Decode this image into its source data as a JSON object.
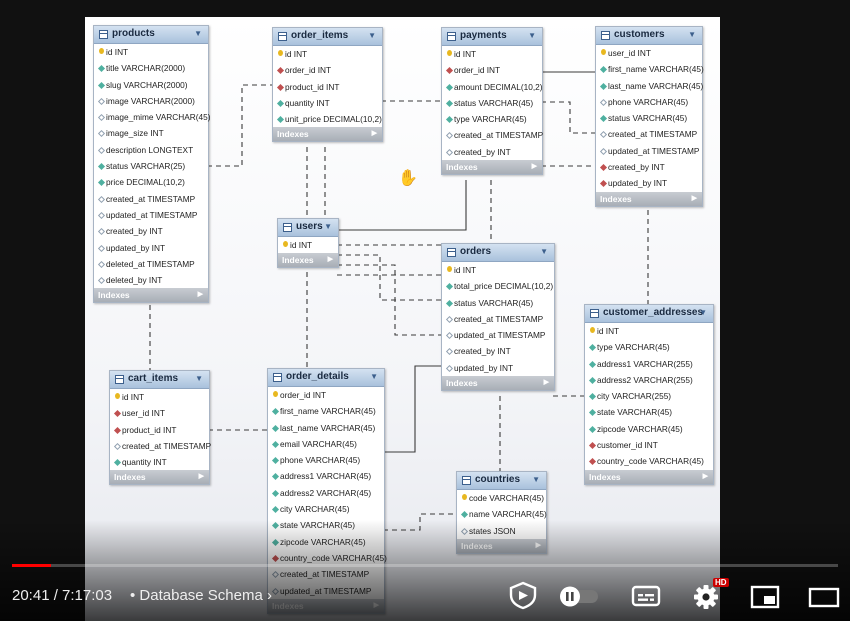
{
  "tables": [
    {
      "key": "products",
      "name": "products",
      "cols": [
        {
          "t": "id INT",
          "k": "pk"
        },
        {
          "t": "title VARCHAR(2000)",
          "k": "nn"
        },
        {
          "t": "slug VARCHAR(2000)",
          "k": "nn"
        },
        {
          "t": "image VARCHAR(2000)",
          "k": "nl"
        },
        {
          "t": "image_mime VARCHAR(45)",
          "k": "nl"
        },
        {
          "t": "image_size INT",
          "k": "nl"
        },
        {
          "t": "description LONGTEXT",
          "k": "nl"
        },
        {
          "t": "status VARCHAR(25)",
          "k": "nn"
        },
        {
          "t": "price DECIMAL(10,2)",
          "k": "nn"
        },
        {
          "t": "created_at TIMESTAMP",
          "k": "nl"
        },
        {
          "t": "updated_at TIMESTAMP",
          "k": "nl"
        },
        {
          "t": "created_by INT",
          "k": "nl"
        },
        {
          "t": "updated_by INT",
          "k": "nl"
        },
        {
          "t": "deleted_at TIMESTAMP",
          "k": "nl"
        },
        {
          "t": "deleted_by INT",
          "k": "nl"
        }
      ],
      "indexes": "Indexes"
    },
    {
      "key": "order_items",
      "name": "order_items",
      "cols": [
        {
          "t": "id INT",
          "k": "pk"
        },
        {
          "t": "order_id INT",
          "k": "fk"
        },
        {
          "t": "product_id INT",
          "k": "fk"
        },
        {
          "t": "quantity INT",
          "k": "nn"
        },
        {
          "t": "unit_price DECIMAL(10,2)",
          "k": "nn"
        }
      ],
      "indexes": "Indexes"
    },
    {
      "key": "payments",
      "name": "payments",
      "cols": [
        {
          "t": "id INT",
          "k": "pk"
        },
        {
          "t": "order_id INT",
          "k": "fk"
        },
        {
          "t": "amount DECIMAL(10,2)",
          "k": "nn"
        },
        {
          "t": "status VARCHAR(45)",
          "k": "nn"
        },
        {
          "t": "type VARCHAR(45)",
          "k": "nn"
        },
        {
          "t": "created_at TIMESTAMP",
          "k": "nl"
        },
        {
          "t": "created_by INT",
          "k": "nl"
        }
      ],
      "indexes": "Indexes"
    },
    {
      "key": "customers",
      "name": "customers",
      "cols": [
        {
          "t": "user_id INT",
          "k": "pk"
        },
        {
          "t": "first_name VARCHAR(45)",
          "k": "nn"
        },
        {
          "t": "last_name VARCHAR(45)",
          "k": "nn"
        },
        {
          "t": "phone VARCHAR(45)",
          "k": "nl"
        },
        {
          "t": "status VARCHAR(45)",
          "k": "nn"
        },
        {
          "t": "created_at TIMESTAMP",
          "k": "nl"
        },
        {
          "t": "updated_at TIMESTAMP",
          "k": "nl"
        },
        {
          "t": "created_by INT",
          "k": "fk"
        },
        {
          "t": "updated_by INT",
          "k": "fk"
        }
      ],
      "indexes": "Indexes"
    },
    {
      "key": "users",
      "name": "users",
      "cols": [
        {
          "t": "id INT",
          "k": "pk"
        }
      ],
      "indexes": "Indexes"
    },
    {
      "key": "orders",
      "name": "orders",
      "cols": [
        {
          "t": "id INT",
          "k": "pk"
        },
        {
          "t": "total_price DECIMAL(10,2)",
          "k": "nn"
        },
        {
          "t": "status VARCHAR(45)",
          "k": "nn"
        },
        {
          "t": "created_at TIMESTAMP",
          "k": "nl"
        },
        {
          "t": "updated_at TIMESTAMP",
          "k": "nl"
        },
        {
          "t": "created_by INT",
          "k": "nl"
        },
        {
          "t": "updated_by INT",
          "k": "nl"
        }
      ],
      "indexes": "Indexes"
    },
    {
      "key": "customer_addresses",
      "name": "customer_addresses",
      "cols": [
        {
          "t": "id INT",
          "k": "pk"
        },
        {
          "t": "type VARCHAR(45)",
          "k": "nn"
        },
        {
          "t": "address1 VARCHAR(255)",
          "k": "nn"
        },
        {
          "t": "address2 VARCHAR(255)",
          "k": "nn"
        },
        {
          "t": "city VARCHAR(255)",
          "k": "nn"
        },
        {
          "t": "state VARCHAR(45)",
          "k": "nn"
        },
        {
          "t": "zipcode VARCHAR(45)",
          "k": "nn"
        },
        {
          "t": "customer_id INT",
          "k": "fk"
        },
        {
          "t": "country_code VARCHAR(45)",
          "k": "fk"
        }
      ],
      "indexes": "Indexes"
    },
    {
      "key": "cart_items",
      "name": "cart_items",
      "cols": [
        {
          "t": "id INT",
          "k": "pk"
        },
        {
          "t": "user_id INT",
          "k": "fk"
        },
        {
          "t": "product_id INT",
          "k": "fk"
        },
        {
          "t": "created_at TIMESTAMP",
          "k": "nl"
        },
        {
          "t": "quantity INT",
          "k": "nn"
        }
      ],
      "indexes": "Indexes"
    },
    {
      "key": "order_details",
      "name": "order_details",
      "cols": [
        {
          "t": "order_id INT",
          "k": "pk"
        },
        {
          "t": "first_name VARCHAR(45)",
          "k": "nn"
        },
        {
          "t": "last_name VARCHAR(45)",
          "k": "nn"
        },
        {
          "t": "email VARCHAR(45)",
          "k": "nn"
        },
        {
          "t": "phone VARCHAR(45)",
          "k": "nn"
        },
        {
          "t": "address1 VARCHAR(45)",
          "k": "nn"
        },
        {
          "t": "address2 VARCHAR(45)",
          "k": "nn"
        },
        {
          "t": "city VARCHAR(45)",
          "k": "nn"
        },
        {
          "t": "state VARCHAR(45)",
          "k": "nn"
        },
        {
          "t": "zipcode VARCHAR(45)",
          "k": "nn"
        },
        {
          "t": "country_code VARCHAR(45)",
          "k": "fk"
        },
        {
          "t": "created_at TIMESTAMP",
          "k": "nl"
        },
        {
          "t": "updated_at TIMESTAMP",
          "k": "nl"
        }
      ],
      "indexes": "Indexes"
    },
    {
      "key": "countries",
      "name": "countries",
      "cols": [
        {
          "t": "code VARCHAR(45)",
          "k": "pk"
        },
        {
          "t": "name VARCHAR(45)",
          "k": "nn"
        },
        {
          "t": "states JSON",
          "k": "nl"
        }
      ],
      "indexes": "Indexes"
    }
  ],
  "player": {
    "current_time": "20:41",
    "duration": "7:17:03",
    "time_display": "20:41 / 7:17:03",
    "chapter": "• Database Schema",
    "chapter_arrow": "›",
    "progress_fraction": 0.0473,
    "hd_badge": "HD",
    "accent": "#ff0000"
  }
}
